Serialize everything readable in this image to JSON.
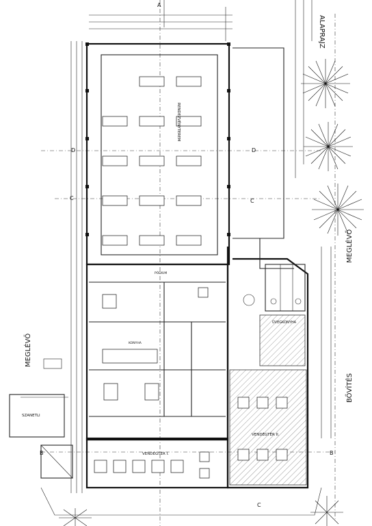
{
  "labels": {
    "alaprajz": "ALAPRAJZ",
    "meglevo_right": "MEGLÉVŐ",
    "meglevo_left": "MEGLÉVŐ",
    "bovites": "BŐVÍTÉS",
    "rendezvenyterem": "RENDEZVÉNYTEREM",
    "vendegter_1": "VENDÉGTÉR I.",
    "vendegter_2": "VENDÉGTÉR II.",
    "szanetli": "SZANETLI",
    "konyha": "KONYHA",
    "uvegkonyha": "ÜVEGKONYHA",
    "podium": "PÓDIUM"
  },
  "section_marks": {
    "a": "A",
    "b": "B",
    "c": "C",
    "d": "D"
  }
}
